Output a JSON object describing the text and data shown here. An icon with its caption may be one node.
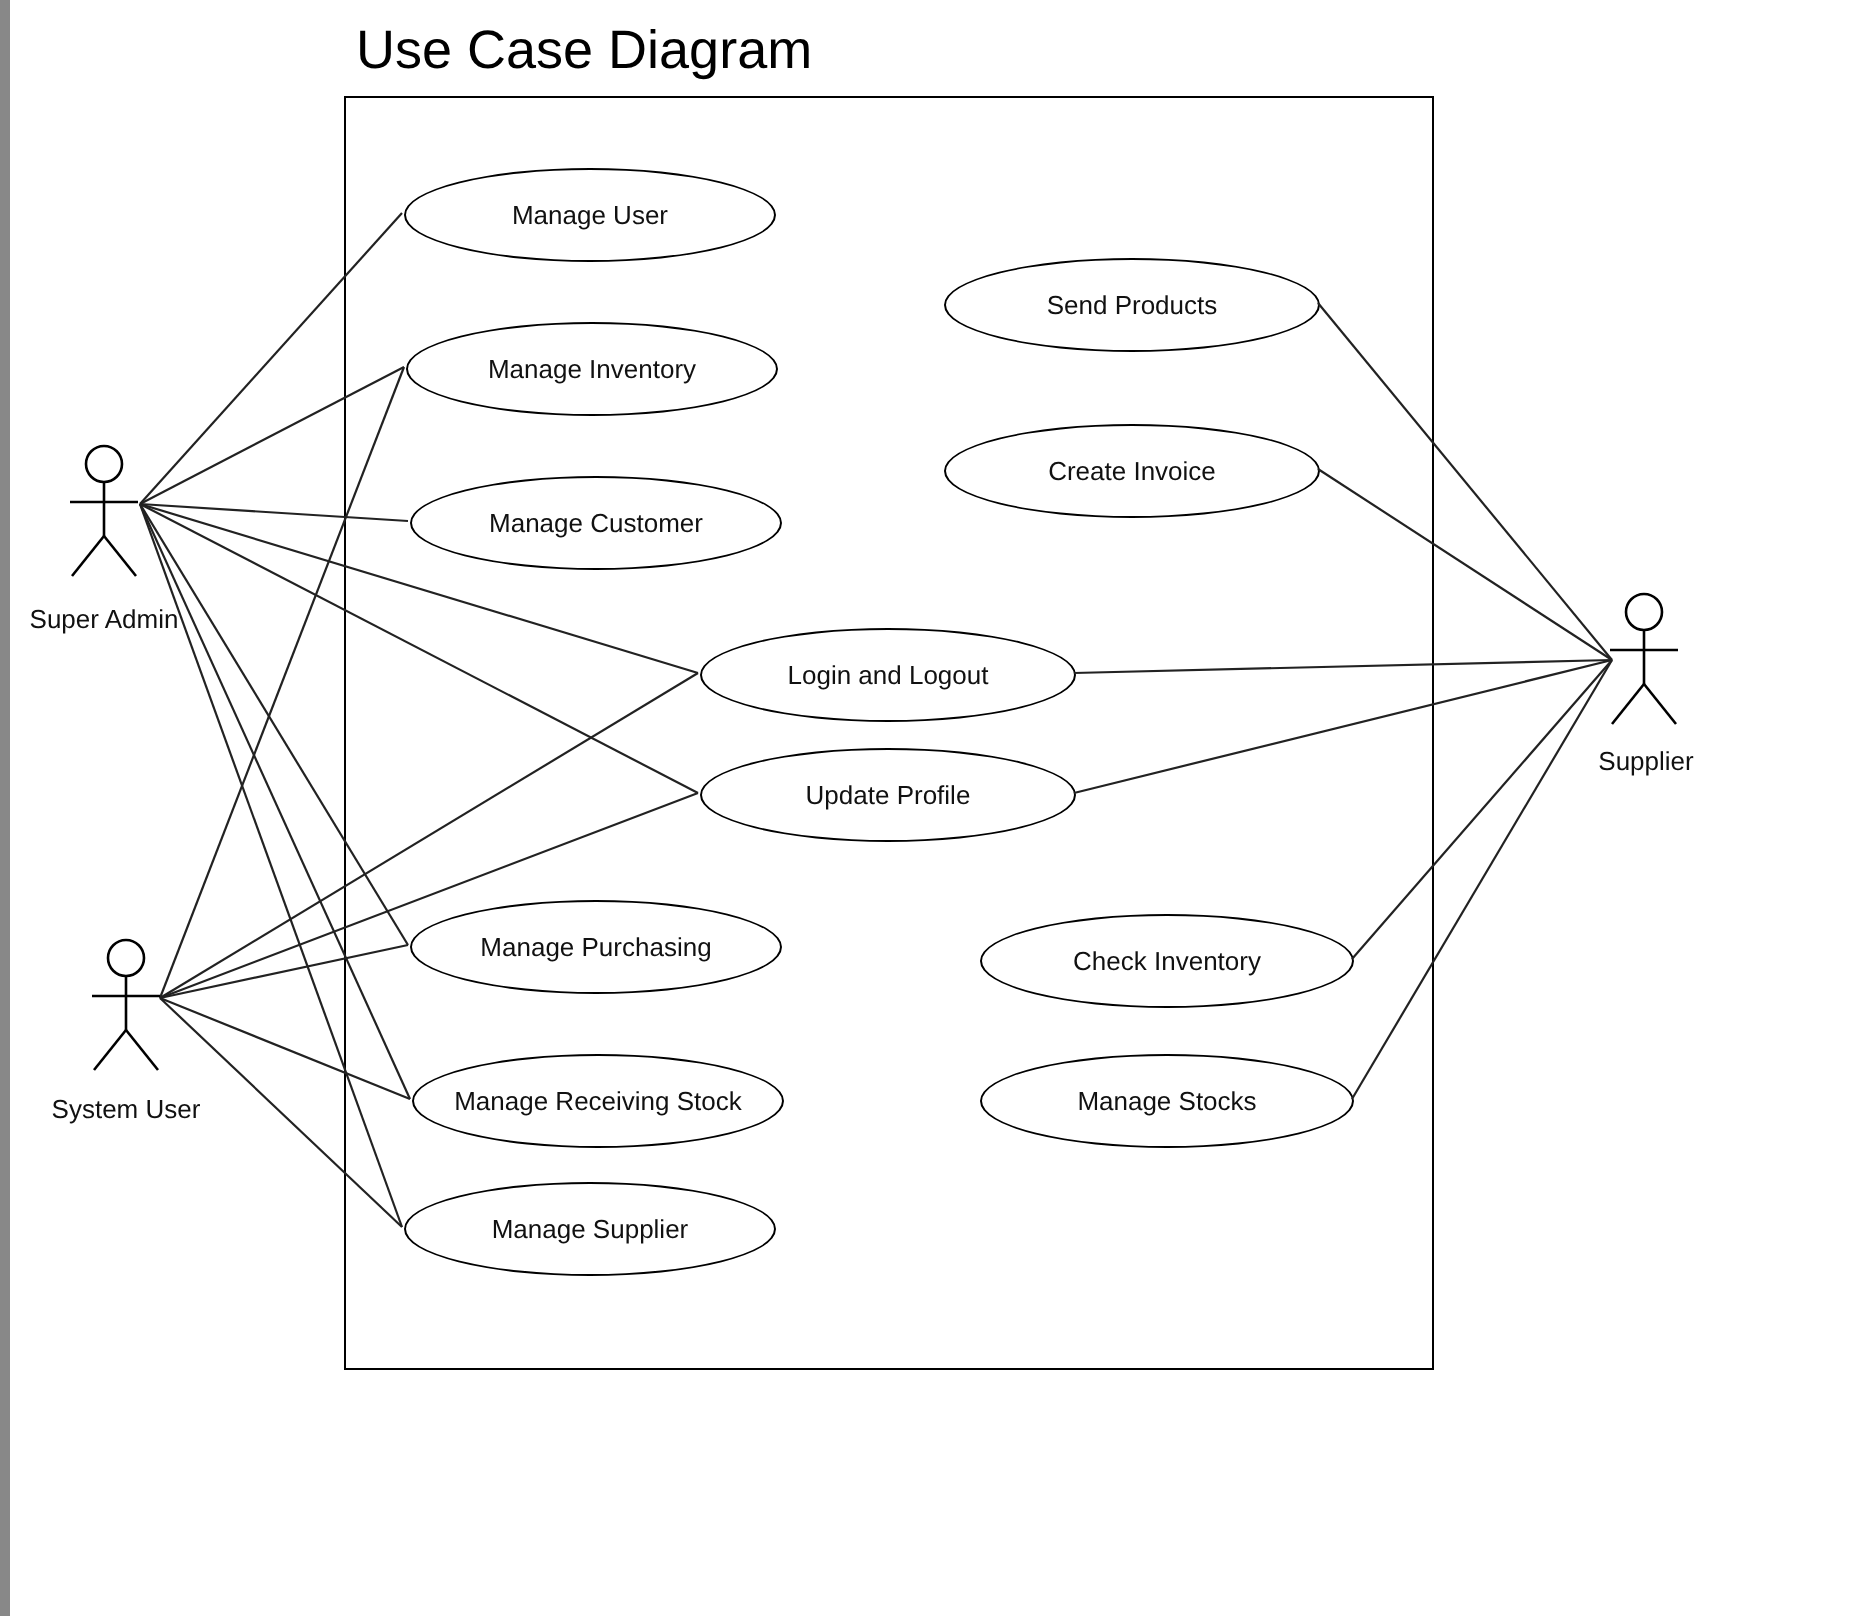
{
  "diagram": {
    "title": "Use Case Diagram",
    "nodes": [
      {
        "text": [
          "Super Admin"
        ]
      },
      {
        "text": [
          "System User"
        ]
      },
      {
        "text": [],
        "shape": "box"
      },
      {
        "text": [
          "Manage User"
        ],
        "in": 2
      },
      {
        "text": [
          "Manage Inventory"
        ],
        "in": 2
      },
      {
        "text": [
          "Manage Customer"
        ],
        "in": 2
      },
      {
        "text": [
          "Login and Logout"
        ],
        "in": 2
      },
      {
        "text": [
          "Update Profile"
        ],
        "in": 2
      },
      {
        "text": [
          "Manage Purchasing"
        ],
        "in": 2
      },
      {
        "text": [
          "Manage Receiving Stock"
        ],
        "in": 2
      },
      {
        "text": [
          "Manage Supplier"
        ],
        "in": 2
      },
      {
        "text": [
          "Send Products"
        ],
        "in": 2
      },
      {
        "text": [
          "Create Invoice"
        ],
        "in": 2
      },
      {
        "text": [
          "Check Inventory"
        ],
        "in": 2
      },
      {
        "text": [
          "Manage Stocks"
        ],
        "in": 2
      },
      {
        "text": [
          "Supplier"
        ]
      }
    ],
    "edges": [
      {
        "from": 0,
        "to": 3,
        "arrow": "none"
      },
      {
        "from": 0,
        "to": 4,
        "arrow": "none"
      },
      {
        "from": 0,
        "to": 5,
        "arrow": "none"
      },
      {
        "from": 0,
        "to": 6,
        "arrow": "none"
      },
      {
        "from": 0,
        "to": 7,
        "arrow": "none"
      },
      {
        "from": 0,
        "to": 8,
        "arrow": "none"
      },
      {
        "from": 0,
        "to": 9,
        "arrow": "none"
      },
      {
        "from": 0,
        "to": 10,
        "arrow": "none"
      },
      {
        "from": 1,
        "to": 4,
        "arrow": "none"
      },
      {
        "from": 1,
        "to": 6,
        "arrow": "none"
      },
      {
        "from": 1,
        "to": 7,
        "arrow": "none"
      },
      {
        "from": 1,
        "to": 8,
        "arrow": "none"
      },
      {
        "from": 1,
        "to": 9,
        "arrow": "none"
      },
      {
        "from": 1,
        "to": 10,
        "arrow": "none"
      },
      {
        "from": 15,
        "to": 11,
        "arrow": "none"
      },
      {
        "from": 15,
        "to": 12,
        "arrow": "none"
      },
      {
        "from": 15,
        "to": 6,
        "arrow": "none"
      },
      {
        "from": 15,
        "to": 7,
        "arrow": "none"
      },
      {
        "from": 15,
        "to": 13,
        "arrow": "none"
      },
      {
        "from": 15,
        "to": 14,
        "arrow": "none"
      }
    ]
  }
}
